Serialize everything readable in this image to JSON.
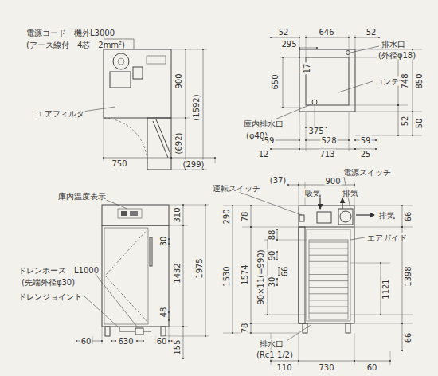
{
  "diagram": {
    "labels": [
      "電源コード　機外L3000",
      "(アース線付　4芯　2mm²)",
      "エアフィルタ",
      "900",
      "(1592)",
      "(692)",
      "750",
      "(299)",
      "52",
      "646",
      "52",
      "295",
      "排水口",
      "(外径φ18)",
      "17",
      "650",
      "コンテナ",
      "748",
      "850",
      "庫内排水口",
      "(φ40)",
      "375",
      "59",
      "528",
      "59",
      "52",
      "50",
      "12",
      "713",
      "25",
      "庫内温度表示",
      "310",
      "30",
      "1975",
      "1432",
      "ドレンホース　L1000",
      "(先端外径φ30)",
      "ドレンジョイント",
      "48",
      "60",
      "630",
      "60",
      "155",
      "電源スイッチ",
      "(37)",
      "900",
      "運転スイッチ",
      "吸気",
      "排気",
      "排気",
      "290",
      "78",
      "66",
      "エアガイド",
      "88",
      "90",
      "66",
      "30",
      "1574",
      "90×11(=990)",
      "1530",
      "1398",
      "1121",
      "78",
      "66",
      "排水口",
      "(Rc1 1/2)",
      "110",
      "730",
      "60"
    ]
  }
}
